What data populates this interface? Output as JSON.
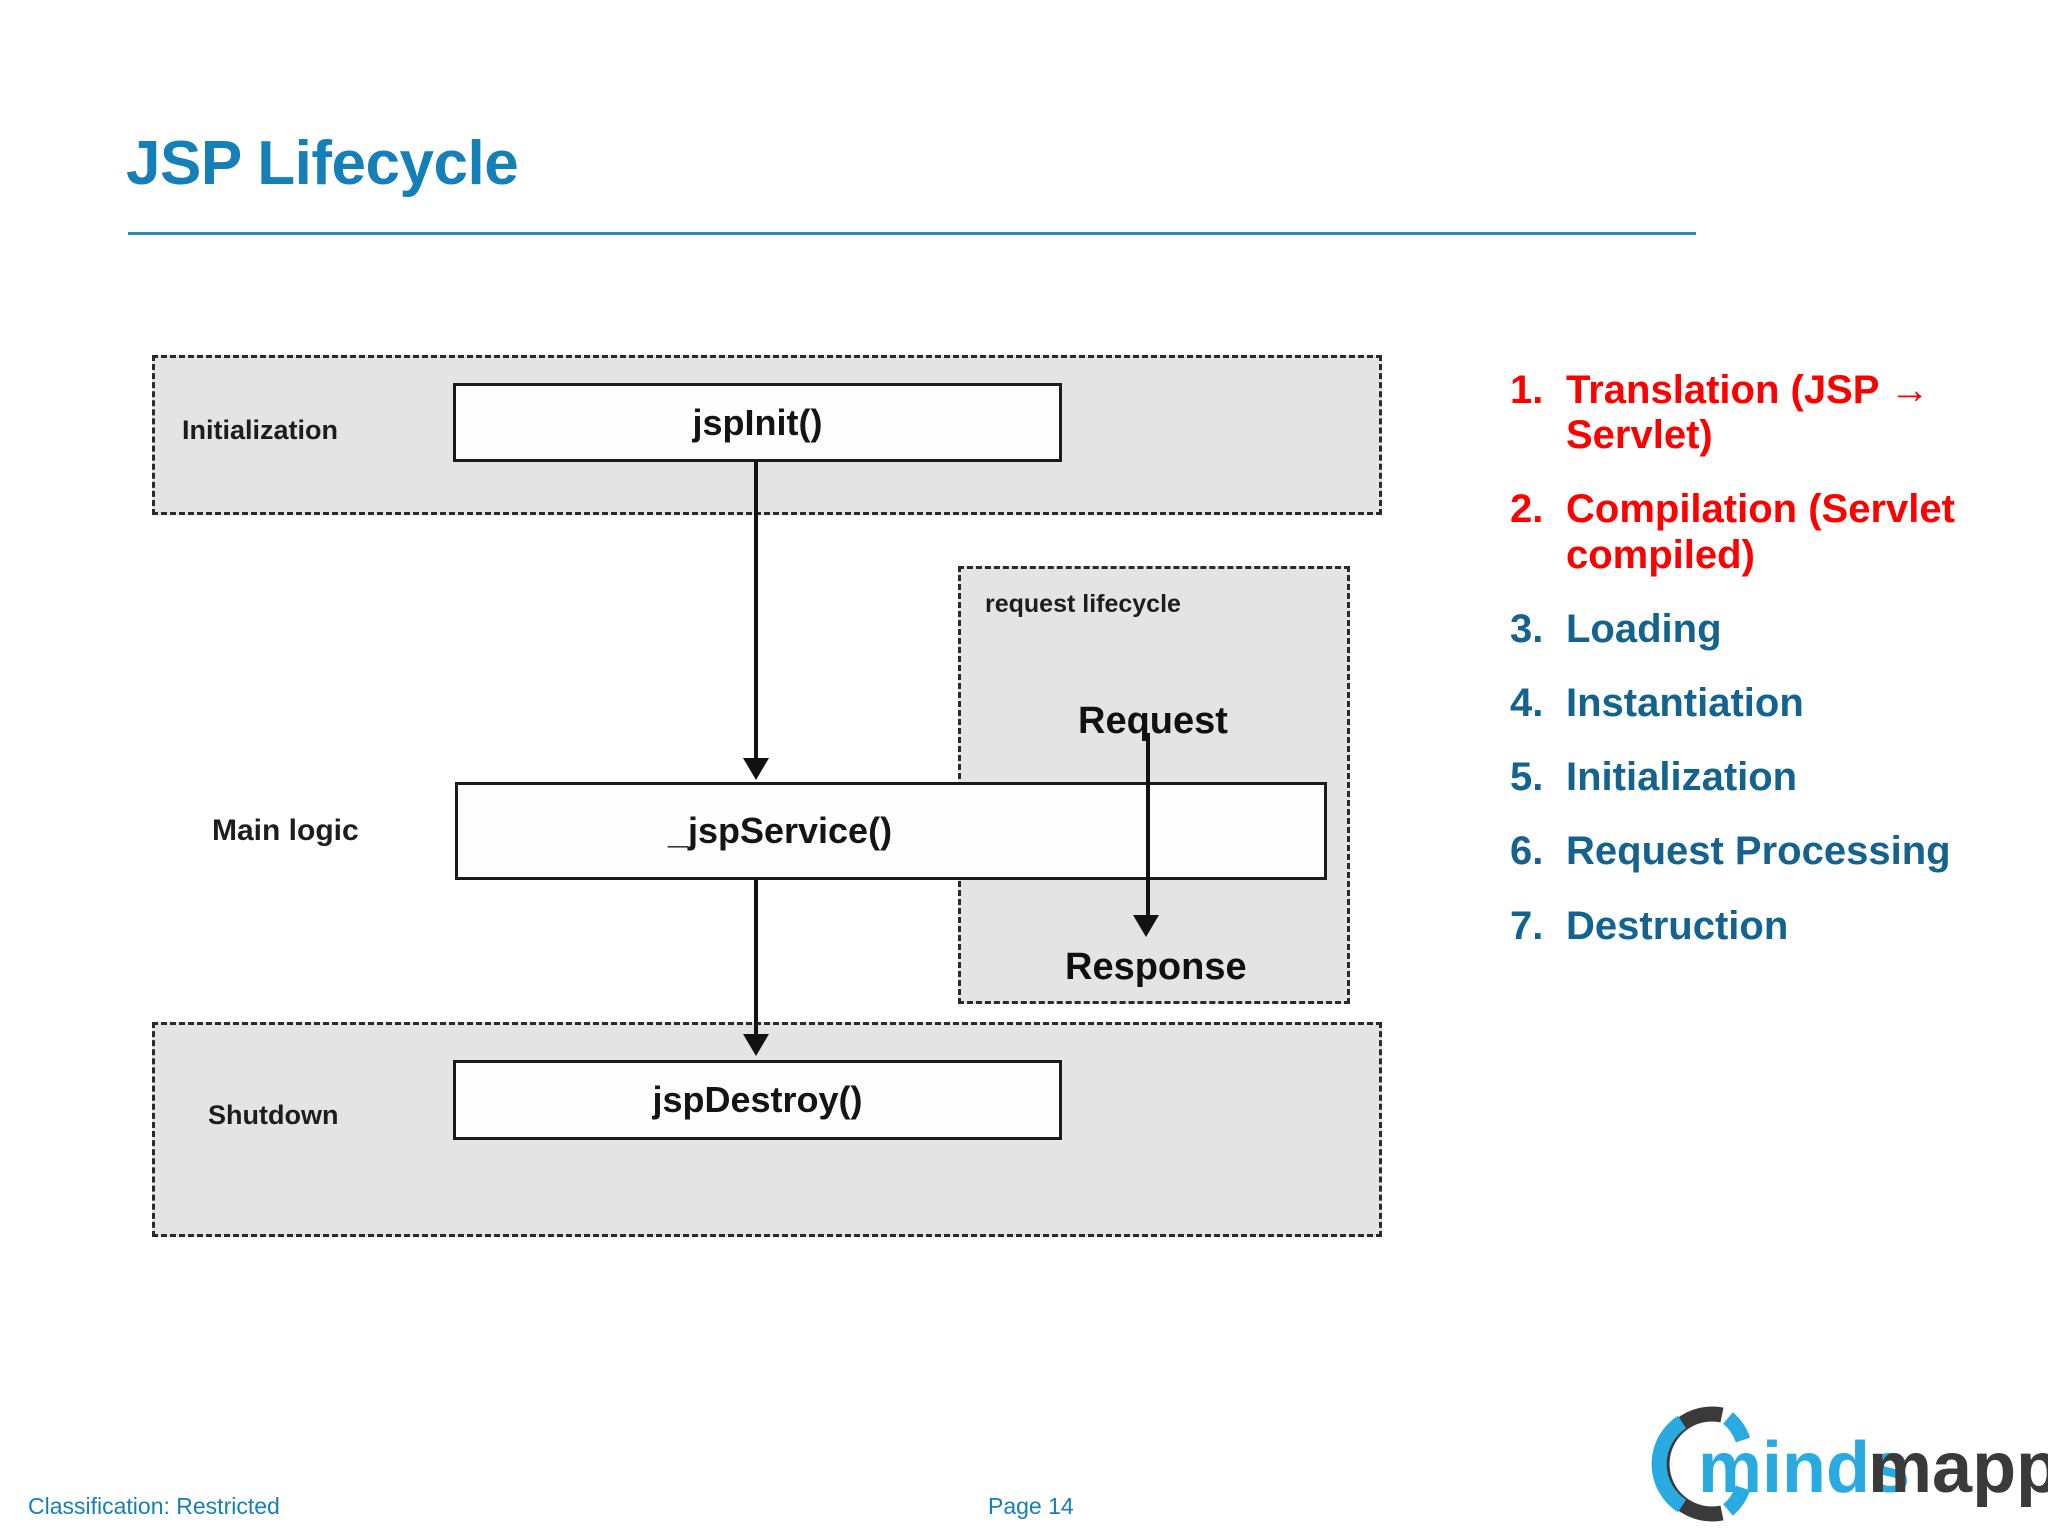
{
  "slide": {
    "title": "JSP Lifecycle",
    "accent_blue": "#1580B8",
    "rule_color": "#2E88C0"
  },
  "diagram": {
    "stages": [
      {
        "label": "Initialization",
        "method": "jspInit()"
      },
      {
        "label": "Main logic",
        "method": "_jspService()"
      },
      {
        "label": "Shutdown",
        "method": "jspDestroy()"
      }
    ],
    "request_lifecycle": {
      "caption": "request lifecycle",
      "input": "Request",
      "output": "Response"
    },
    "box_fill": "#E4E4E4",
    "box_border": "#2a2a2a"
  },
  "steps": [
    {
      "num": "1.",
      "text": "Translation (JSP → Servlet)",
      "color": "red"
    },
    {
      "num": "2.",
      "text": "Compilation (Servlet compiled)",
      "color": "red"
    },
    {
      "num": "3.",
      "text": "Loading",
      "color": "blue"
    },
    {
      "num": "4.",
      "text": "Instantiation",
      "color": "blue"
    },
    {
      "num": "5.",
      "text": "Initialization",
      "color": "blue"
    },
    {
      "num": "6.",
      "text": "Request Processing",
      "color": "blue"
    },
    {
      "num": "7.",
      "text": "Destruction",
      "color": "blue"
    }
  ],
  "step_colors": {
    "red": "#FF0000",
    "blue": "#14638E"
  },
  "footer": {
    "classification": "Classification: Restricted",
    "page": "Page 14"
  },
  "logo": {
    "text_light": "minds",
    "text_dark": "mapped",
    "light_color": "#29ABE2",
    "dark_color": "#3A3A3A"
  }
}
